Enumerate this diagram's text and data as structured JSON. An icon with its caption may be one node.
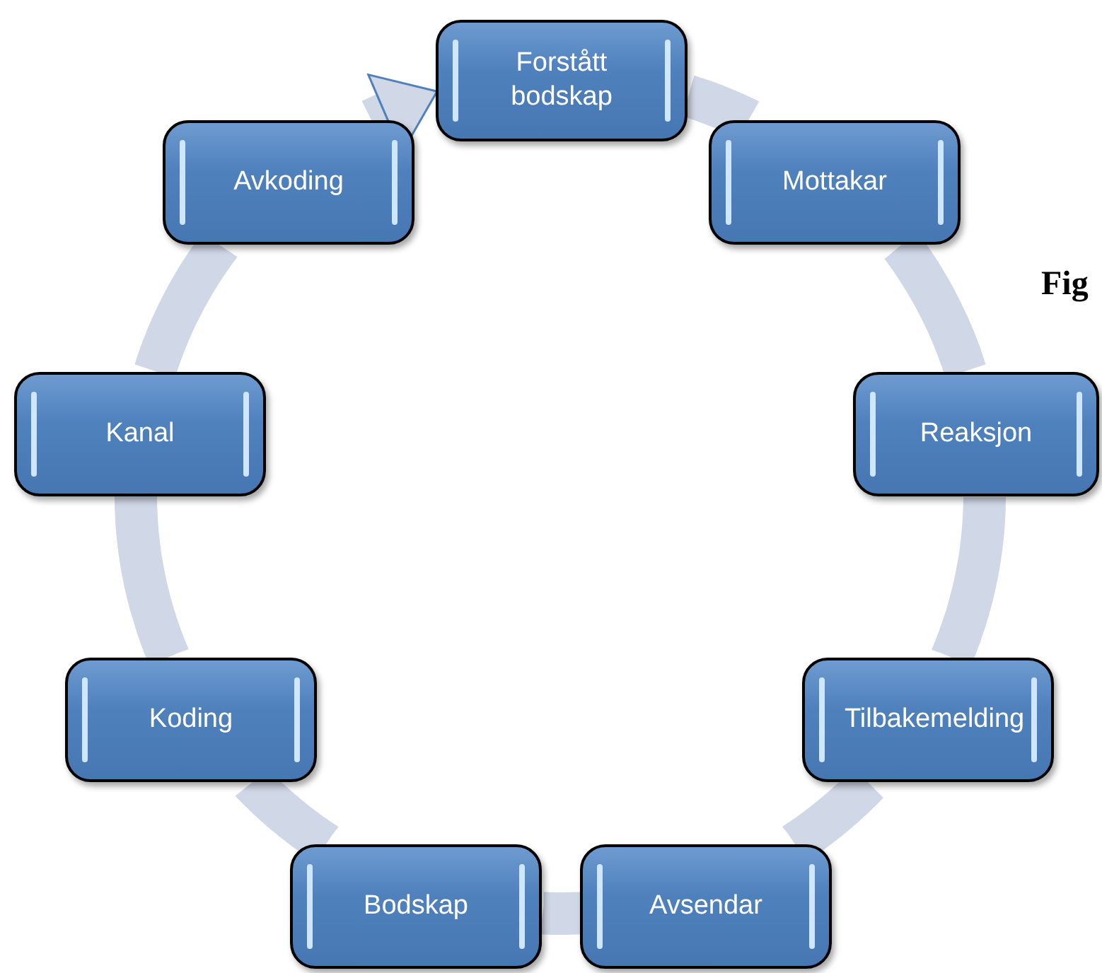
{
  "diagram": {
    "nodes": [
      {
        "text": [
          "Forstått bodskap"
        ]
      },
      {
        "text": [
          "Mottakar"
        ]
      },
      {
        "text": [
          "Reaksjon"
        ]
      },
      {
        "text": [
          "Tilbakemelding"
        ]
      },
      {
        "text": [
          "Avsendar"
        ]
      },
      {
        "text": [
          "Bodskap"
        ]
      },
      {
        "text": [
          "Koding"
        ]
      },
      {
        "text": [
          "Kanal"
        ]
      },
      {
        "text": [
          "Avkoding"
        ]
      }
    ],
    "edges": [
      {
        "from": 0,
        "to": 1,
        "arrow": "none"
      },
      {
        "from": 1,
        "to": 2,
        "arrow": "none"
      },
      {
        "from": 2,
        "to": 3,
        "arrow": "none"
      },
      {
        "from": 3,
        "to": 4,
        "arrow": "none"
      },
      {
        "from": 4,
        "to": 5,
        "arrow": "none"
      },
      {
        "from": 5,
        "to": 6,
        "arrow": "none"
      },
      {
        "from": 6,
        "to": 7,
        "arrow": "none"
      },
      {
        "from": 7,
        "to": 8,
        "arrow": "none"
      },
      {
        "from": 8,
        "to": 0,
        "arrow": "to"
      }
    ],
    "labels": [
      "Fig"
    ]
  }
}
